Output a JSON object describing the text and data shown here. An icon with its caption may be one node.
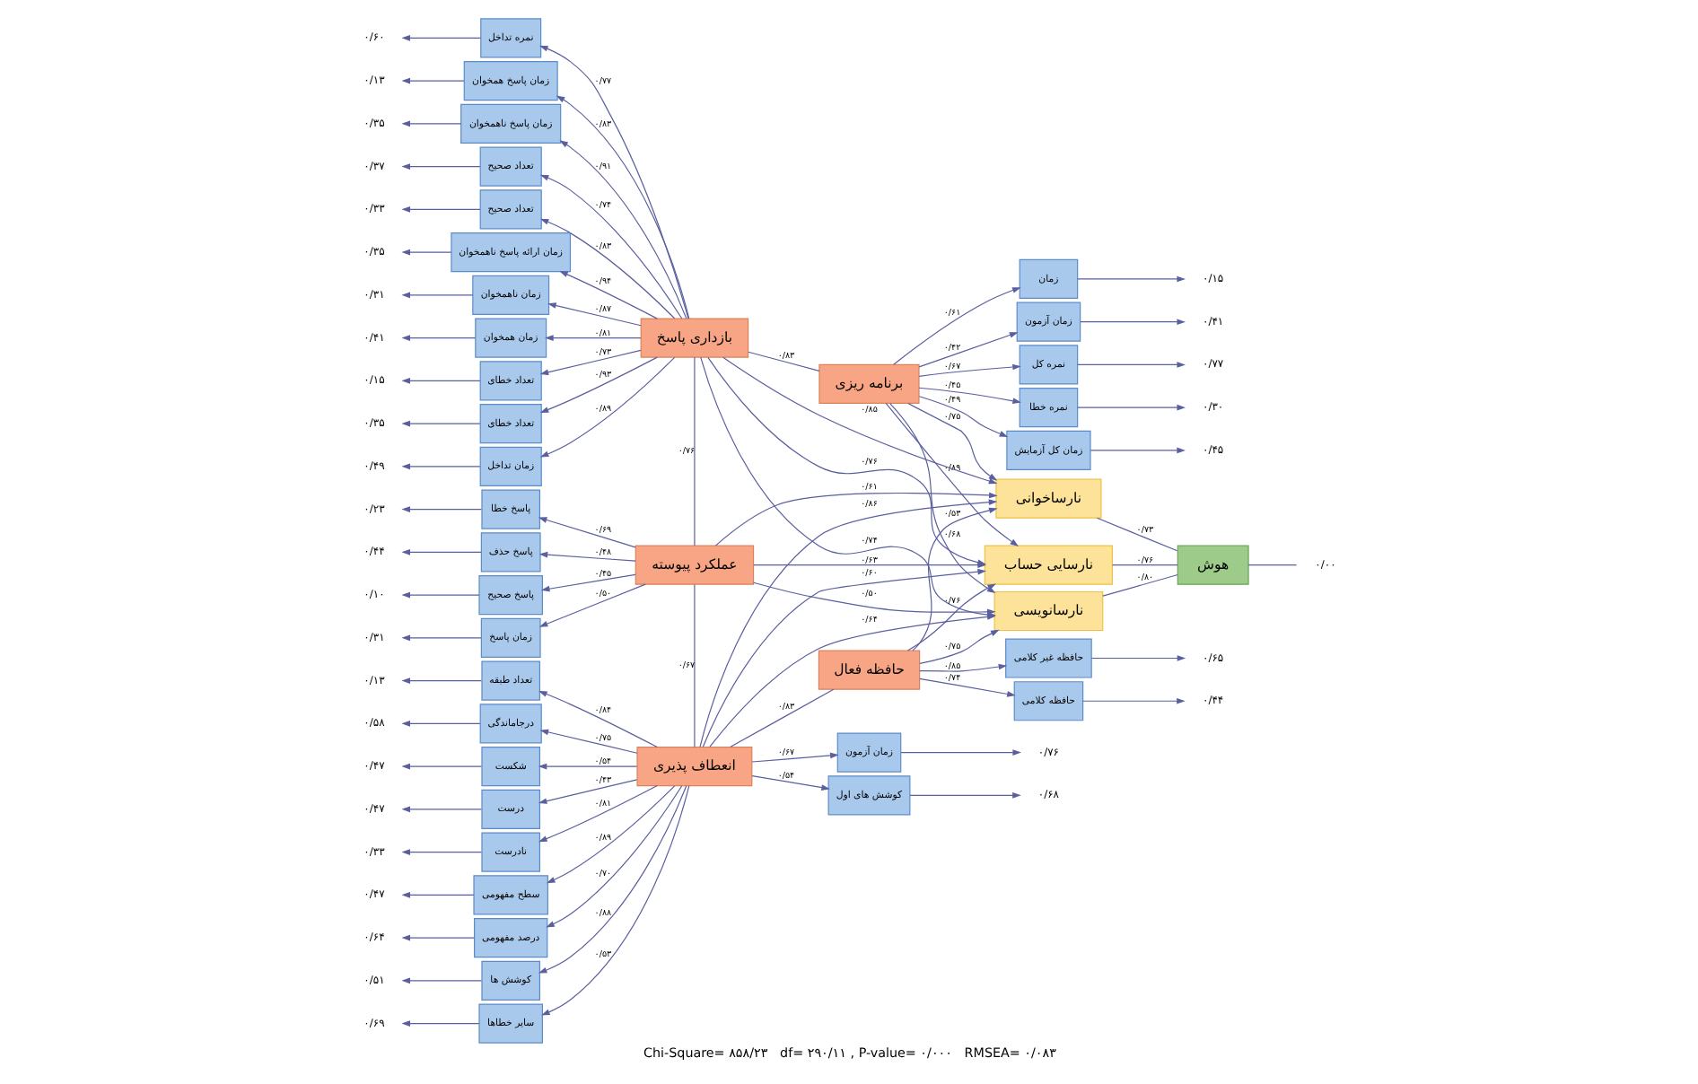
{
  "diagram": {
    "caption": "Chi-Square= ۸۵۸/۲۳   df= ۲۹۰/۱۱ , P-value= ۰/۰۰۰   RMSEA= ۰/۰۸۳",
    "nodes": [
      {
        "text": [
          "۰/۷۷"
        ]
      },
      {
        "text": [
          "نمره کل"
        ]
      },
      {
        "text": [
          "۰/۳۰"
        ]
      },
      {
        "text": [
          "نمره خطا"
        ]
      },
      {
        "text": [
          "۰/۴۵"
        ]
      },
      {
        "text": [
          "زمان کل آزمایش"
        ]
      },
      {
        "text": [
          "۰/۱۵"
        ]
      },
      {
        "text": [
          "زمان"
        ]
      },
      {
        "text": [
          "۰/۴۱"
        ]
      },
      {
        "text": [
          "زمان آزمون"
        ]
      },
      {
        "text": [
          "برنامه ریزی"
        ]
      },
      {
        "text": [
          "۰/۳۱"
        ]
      },
      {
        "text": [
          "زمان ناهمخوان"
        ]
      },
      {
        "text": [
          "۰/۴۱"
        ]
      },
      {
        "text": [
          "زمان همخوان"
        ]
      },
      {
        "text": [
          "۰/۱۵"
        ]
      },
      {
        "text": [
          "تعداد خطای"
        ]
      },
      {
        "text": [
          "۰/۳۵"
        ]
      },
      {
        "text": [
          "تعداد خطای"
        ]
      },
      {
        "text": [
          "۰/۴۹"
        ]
      },
      {
        "text": [
          "زمان تداخل"
        ]
      },
      {
        "text": [
          "۰/۶۰"
        ]
      },
      {
        "text": [
          "نمره تداخل"
        ]
      },
      {
        "text": [
          "۰/۱۳"
        ]
      },
      {
        "text": [
          "زمان پاسخ همخوان"
        ]
      },
      {
        "text": [
          "۰/۳۵"
        ]
      },
      {
        "text": [
          "زمان پاسخ ناهمخوان"
        ]
      },
      {
        "text": [
          "۰/۳۷"
        ]
      },
      {
        "text": [
          "تعداد صحیح"
        ]
      },
      {
        "text": [
          "۰/۳۳"
        ]
      },
      {
        "text": [
          "تعداد صحیح"
        ]
      },
      {
        "text": [
          "۰/۳۵"
        ]
      },
      {
        "text": [
          "زمان ارائه پاسخ ناهمخوان"
        ]
      },
      {
        "text": [
          "۰/۲۳"
        ]
      },
      {
        "text": [
          "پاسخ خطا"
        ]
      },
      {
        "text": [
          "۰/۴۴"
        ]
      },
      {
        "text": [
          "پاسخ حذف"
        ]
      },
      {
        "text": [
          "۰/۱۰"
        ]
      },
      {
        "text": [
          "پاسخ صحیح"
        ]
      },
      {
        "text": [
          "۰/۳۱"
        ]
      },
      {
        "text": [
          "زمان پاسخ"
        ]
      },
      {
        "text": [
          "۰/۱۳"
        ]
      },
      {
        "text": [
          "تعداد طبقه"
        ]
      },
      {
        "text": [
          "۰/۵۸"
        ]
      },
      {
        "text": [
          "درجاماندگی"
        ]
      },
      {
        "text": [
          "۰/۴۷"
        ]
      },
      {
        "text": [
          "شکست"
        ]
      },
      {
        "text": [
          "۰/۴۷"
        ]
      },
      {
        "text": [
          "درست"
        ]
      },
      {
        "text": [
          "۰/۳۳"
        ]
      },
      {
        "text": [
          "نادرست"
        ]
      },
      {
        "text": [
          "۰/۴۷"
        ]
      },
      {
        "text": [
          "سطح مفهومی"
        ]
      },
      {
        "text": [
          "۰/۶۴"
        ]
      },
      {
        "text": [
          "درصد مفهومی"
        ]
      },
      {
        "text": [
          "۰/۵۱"
        ]
      },
      {
        "text": [
          "کوشش ها"
        ]
      },
      {
        "text": [
          "۰/۶۹"
        ]
      },
      {
        "text": [
          "سایر خطاها"
        ]
      },
      {
        "text": [
          "بازداری پاسخ"
        ]
      },
      {
        "text": [
          "عملکرد پیوسته"
        ]
      },
      {
        "text": [
          "انعطاف پذیری"
        ]
      },
      {
        "text": [
          "نارساخوانی"
        ]
      },
      {
        "text": [
          "نارسانویسی"
        ]
      },
      {
        "text": [
          "نارسایی حساب"
        ]
      },
      {
        "text": [
          "هوش"
        ]
      },
      {
        "text": [
          "۰/۰۰"
        ]
      },
      {
        "text": [
          "حافظه فعال"
        ]
      },
      {
        "text": [
          "۰/۷۶"
        ]
      },
      {
        "text": [
          "زمان آزمون"
        ]
      },
      {
        "text": [
          "۰/۶۸"
        ]
      },
      {
        "text": [
          "کوشش های اول"
        ]
      },
      {
        "text": [
          "۰/۴۴"
        ]
      },
      {
        "text": [
          "حافظه کلامی"
        ]
      },
      {
        "text": [
          "۰/۶۵"
        ]
      },
      {
        "text": [
          "حافظه غیر کلامی"
        ]
      }
    ],
    "edges": [
      {
        "from": 10,
        "to": 1,
        "arrow": "to",
        "label": "۰/۶۷"
      },
      {
        "from": 10,
        "to": 3,
        "arrow": "to",
        "label": "۰/۴۵"
      },
      {
        "from": 10,
        "to": 5,
        "arrow": "to",
        "label": "۰/۴۹"
      },
      {
        "from": 10,
        "to": 7,
        "arrow": "to",
        "label": "۰/۶۱"
      },
      {
        "from": 10,
        "to": 9,
        "arrow": "to",
        "label": "۰/۴۲"
      },
      {
        "from": 1,
        "to": 0,
        "arrow": "to"
      },
      {
        "from": 3,
        "to": 2,
        "arrow": "to"
      },
      {
        "from": 5,
        "to": 4,
        "arrow": "to"
      },
      {
        "from": 7,
        "to": 6,
        "arrow": "to"
      },
      {
        "from": 9,
        "to": 8,
        "arrow": "to"
      },
      {
        "from": 59,
        "to": 12,
        "arrow": "to",
        "label": "۰/۸۷"
      },
      {
        "from": 59,
        "to": 14,
        "arrow": "to",
        "label": "۰/۸۱"
      },
      {
        "from": 59,
        "to": 16,
        "arrow": "to",
        "label": "۰/۷۳"
      },
      {
        "from": 59,
        "to": 18,
        "arrow": "to",
        "label": "۰/۹۳"
      },
      {
        "from": 59,
        "to": 20,
        "arrow": "to",
        "label": "۰/۸۹"
      },
      {
        "from": 59,
        "to": 22,
        "arrow": "to",
        "label": "۰/۷۷"
      },
      {
        "from": 59,
        "to": 24,
        "arrow": "to",
        "label": "۰/۸۳"
      },
      {
        "from": 59,
        "to": 26,
        "arrow": "to",
        "label": "۰/۹۱"
      },
      {
        "from": 59,
        "to": 28,
        "arrow": "to",
        "label": "۰/۷۴"
      },
      {
        "from": 59,
        "to": 30,
        "arrow": "to",
        "label": "۰/۸۳"
      },
      {
        "from": 59,
        "to": 32,
        "arrow": "to",
        "label": "۰/۹۴"
      },
      {
        "from": 60,
        "to": 34,
        "arrow": "to",
        "label": "۰/۶۹"
      },
      {
        "from": 60,
        "to": 36,
        "arrow": "to",
        "label": "۰/۴۸"
      },
      {
        "from": 60,
        "to": 38,
        "arrow": "to",
        "label": "۰/۴۵"
      },
      {
        "from": 60,
        "to": 40,
        "arrow": "to",
        "label": "۰/۵۰"
      },
      {
        "from": 61,
        "to": 42,
        "arrow": "to",
        "label": "۰/۸۴"
      },
      {
        "from": 61,
        "to": 44,
        "arrow": "to",
        "label": "۰/۷۵"
      },
      {
        "from": 61,
        "to": 46,
        "arrow": "to",
        "label": "۰/۵۴"
      },
      {
        "from": 61,
        "to": 48,
        "arrow": "to",
        "label": "۰/۴۳"
      },
      {
        "from": 61,
        "to": 50,
        "arrow": "to",
        "label": "۰/۸۱"
      },
      {
        "from": 61,
        "to": 52,
        "arrow": "to",
        "label": "۰/۸۹"
      },
      {
        "from": 61,
        "to": 54,
        "arrow": "to",
        "label": "۰/۷۰"
      },
      {
        "from": 61,
        "to": 56,
        "arrow": "to",
        "label": "۰/۸۸"
      },
      {
        "from": 61,
        "to": 58,
        "arrow": "to",
        "label": "۰/۵۳"
      },
      {
        "from": 12,
        "to": 11,
        "arrow": "to"
      },
      {
        "from": 14,
        "to": 13,
        "arrow": "to"
      },
      {
        "from": 16,
        "to": 15,
        "arrow": "to"
      },
      {
        "from": 18,
        "to": 17,
        "arrow": "to"
      },
      {
        "from": 20,
        "to": 19,
        "arrow": "to"
      },
      {
        "from": 22,
        "to": 21,
        "arrow": "to"
      },
      {
        "from": 24,
        "to": 23,
        "arrow": "to"
      },
      {
        "from": 26,
        "to": 25,
        "arrow": "to"
      },
      {
        "from": 28,
        "to": 27,
        "arrow": "to"
      },
      {
        "from": 30,
        "to": 29,
        "arrow": "to"
      },
      {
        "from": 32,
        "to": 31,
        "arrow": "to"
      },
      {
        "from": 34,
        "to": 33,
        "arrow": "to"
      },
      {
        "from": 36,
        "to": 35,
        "arrow": "to"
      },
      {
        "from": 38,
        "to": 37,
        "arrow": "to"
      },
      {
        "from": 40,
        "to": 39,
        "arrow": "to"
      },
      {
        "from": 42,
        "to": 41,
        "arrow": "to"
      },
      {
        "from": 44,
        "to": 43,
        "arrow": "to"
      },
      {
        "from": 46,
        "to": 45,
        "arrow": "to"
      },
      {
        "from": 48,
        "to": 47,
        "arrow": "to"
      },
      {
        "from": 50,
        "to": 49,
        "arrow": "to"
      },
      {
        "from": 52,
        "to": 51,
        "arrow": "to"
      },
      {
        "from": 54,
        "to": 53,
        "arrow": "to"
      },
      {
        "from": 56,
        "to": 55,
        "arrow": "to"
      },
      {
        "from": 58,
        "to": 57,
        "arrow": "to"
      },
      {
        "from": 59,
        "to": 60,
        "arrow": "none",
        "label": "۰/۷۶"
      },
      {
        "from": 60,
        "to": 61,
        "arrow": "none",
        "label": "۰/۶۷"
      },
      {
        "from": 59,
        "to": 10,
        "arrow": "none",
        "label": "۰/۸۳"
      },
      {
        "from": 61,
        "to": 67,
        "arrow": "none",
        "label": "۰/۸۳"
      },
      {
        "from": 59,
        "to": 62,
        "arrow": "to",
        "label": "۰/۸۵"
      },
      {
        "from": 59,
        "to": 63,
        "arrow": "to",
        "label": "۰/۷۴"
      },
      {
        "from": 59,
        "to": 64,
        "arrow": "to",
        "label": "۰/۷۶"
      },
      {
        "from": 60,
        "to": 62,
        "arrow": "to",
        "label": "۰/۶۱"
      },
      {
        "from": 60,
        "to": 63,
        "arrow": "to",
        "label": "۰/۵۰"
      },
      {
        "from": 60,
        "to": 64,
        "arrow": "to",
        "label": "۰/۶۳"
      },
      {
        "from": 61,
        "to": 62,
        "arrow": "to",
        "label": "۰/۸۶"
      },
      {
        "from": 61,
        "to": 63,
        "arrow": "to",
        "label": "۰/۶۴"
      },
      {
        "from": 61,
        "to": 64,
        "arrow": "to",
        "label": "۰/۶۰"
      },
      {
        "from": 10,
        "to": 62,
        "arrow": "to",
        "label": "۰/۷۵"
      },
      {
        "from": 10,
        "to": 63,
        "arrow": "to",
        "label": "۰/۶۸"
      },
      {
        "from": 10,
        "to": 64,
        "arrow": "to",
        "label": "۰/۸۹"
      },
      {
        "from": 67,
        "to": 62,
        "arrow": "to",
        "label": "۰/۵۳"
      },
      {
        "from": 67,
        "to": 63,
        "arrow": "to",
        "label": "۰/۷۵"
      },
      {
        "from": 67,
        "to": 64,
        "arrow": "to",
        "label": "۰/۷۶"
      },
      {
        "from": 62,
        "to": 65,
        "arrow": "none",
        "label": "۰/۷۳"
      },
      {
        "from": 63,
        "to": 65,
        "arrow": "none",
        "label": "۰/۸۰"
      },
      {
        "from": 64,
        "to": 65,
        "arrow": "none",
        "label": "۰/۷۶"
      },
      {
        "from": 65,
        "to": 66,
        "arrow": "none"
      },
      {
        "from": 61,
        "to": 69,
        "arrow": "to",
        "label": "۰/۶۷"
      },
      {
        "from": 61,
        "to": 71,
        "arrow": "to",
        "label": "۰/۵۴"
      },
      {
        "from": 67,
        "to": 73,
        "arrow": "to",
        "label": "۰/۷۴"
      },
      {
        "from": 67,
        "to": 75,
        "arrow": "to",
        "label": "۰/۸۵"
      },
      {
        "from": 69,
        "to": 68,
        "arrow": "to"
      },
      {
        "from": 71,
        "to": 70,
        "arrow": "to"
      },
      {
        "from": 73,
        "to": 72,
        "arrow": "to"
      },
      {
        "from": 75,
        "to": 74,
        "arrow": "to"
      }
    ]
  }
}
